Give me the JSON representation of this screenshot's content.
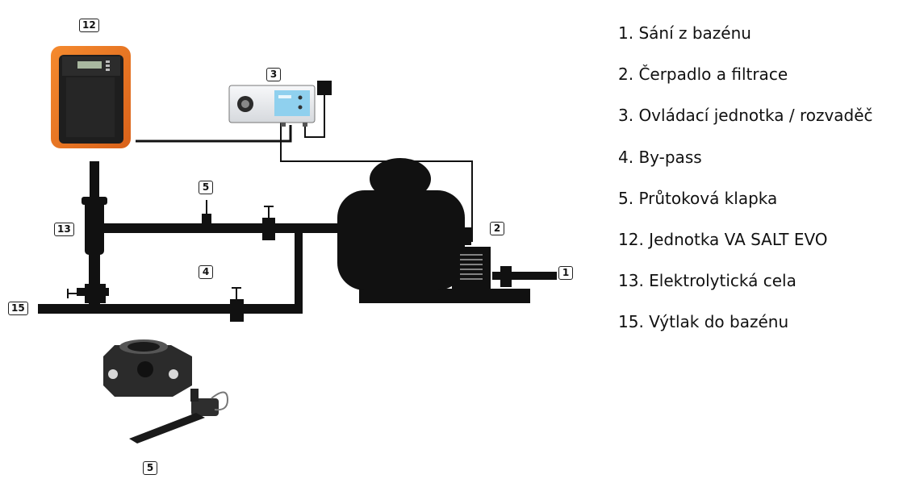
{
  "diagram": {
    "callouts": {
      "c12": "12",
      "c3": "3",
      "c5_top": "5",
      "c2": "2",
      "c13": "13",
      "c4": "4",
      "c1": "1",
      "c15": "15",
      "c5_bottom": "5"
    }
  },
  "legend": {
    "items": [
      "1. Sání z bazénu",
      "2. Čerpadlo a filtrace",
      "3. Ovládací jednotka / rozvaděč",
      "4. By-pass",
      "5. Průtoková klapka",
      "12. Jednotka VA SALT EVO",
      "13. Elektrolytická cela",
      "15. Výtlak do bazénu"
    ]
  },
  "colors": {
    "pipe": "#111111",
    "unit_orange": "#f07a1e",
    "unit_dark": "#1e1e1e",
    "panel_blue": "#8fd0ee",
    "control_box": "#eef0f2"
  }
}
